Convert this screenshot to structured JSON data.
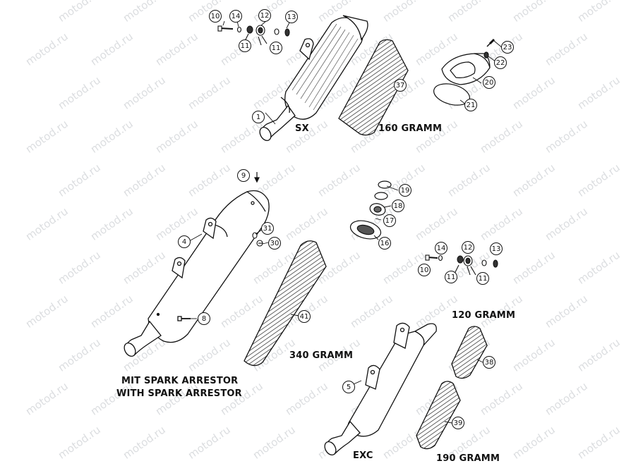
{
  "watermark": "motod.ru",
  "labels": {
    "sx": "SX",
    "exc": "EXC",
    "gram_160": "160 GRAMM",
    "gram_340": "340 GRAMM",
    "gram_120": "120 GRAMM",
    "gram_190": "190 GRAMM",
    "spark_de": "MIT SPARK ARRESTOR",
    "spark_en": "WITH SPARK ARRESTOR"
  },
  "callouts": {
    "c1": "1",
    "c4": "4",
    "c5": "5",
    "c8": "8",
    "c9": "9",
    "c10a": "10",
    "c14a": "14",
    "c12a": "12",
    "c13a": "13",
    "c11a": "11",
    "c11b": "11",
    "c10b": "10",
    "c14b": "14",
    "c12b": "12",
    "c13b": "13",
    "c11c": "11",
    "c11d": "11",
    "c16": "16",
    "c17": "17",
    "c18": "18",
    "c19": "19",
    "c20": "20",
    "c21": "21",
    "c22": "22",
    "c23": "23",
    "c30": "30",
    "c31": "31",
    "c37": "37",
    "c38": "38",
    "c39": "39",
    "c41": "41"
  }
}
